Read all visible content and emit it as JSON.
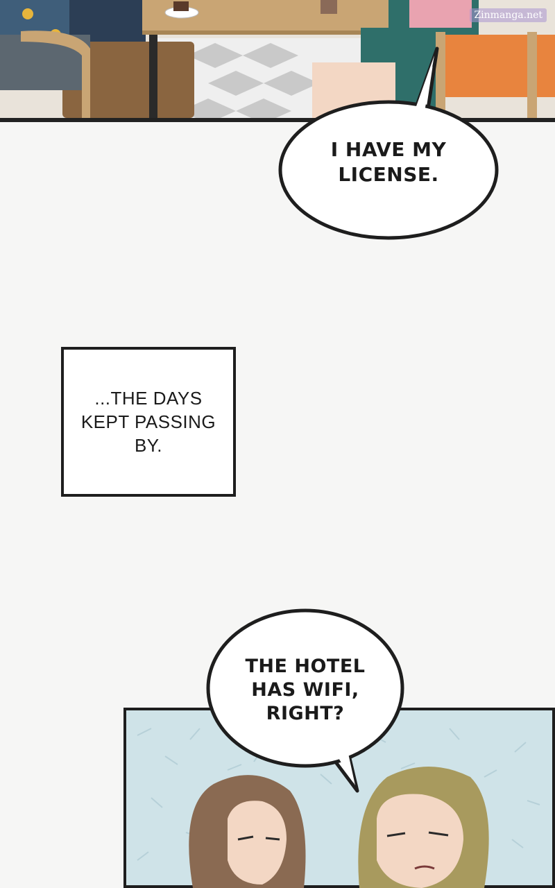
{
  "watermark": {
    "text": "Zinmanga.net"
  },
  "bubble_top": {
    "lines": [
      "I HAVE MY",
      "LICENSE."
    ]
  },
  "caption": {
    "text": "...THE DAYS\nKEPT PASSING\nBY."
  },
  "bubble_bottom": {
    "lines": [
      "THE HOTEL",
      "HAS WIFI,",
      "RIGHT?"
    ]
  },
  "colors": {
    "ink": "#1e1e1e",
    "paper": "#f6f6f5",
    "panel_bg": "#cfe3e8",
    "wood": "#c9a574",
    "hair_left": "#8a6a52",
    "hair_right": "#a89a5e",
    "skin": "#f3d7c4",
    "chair_orange": "#e8843e"
  }
}
